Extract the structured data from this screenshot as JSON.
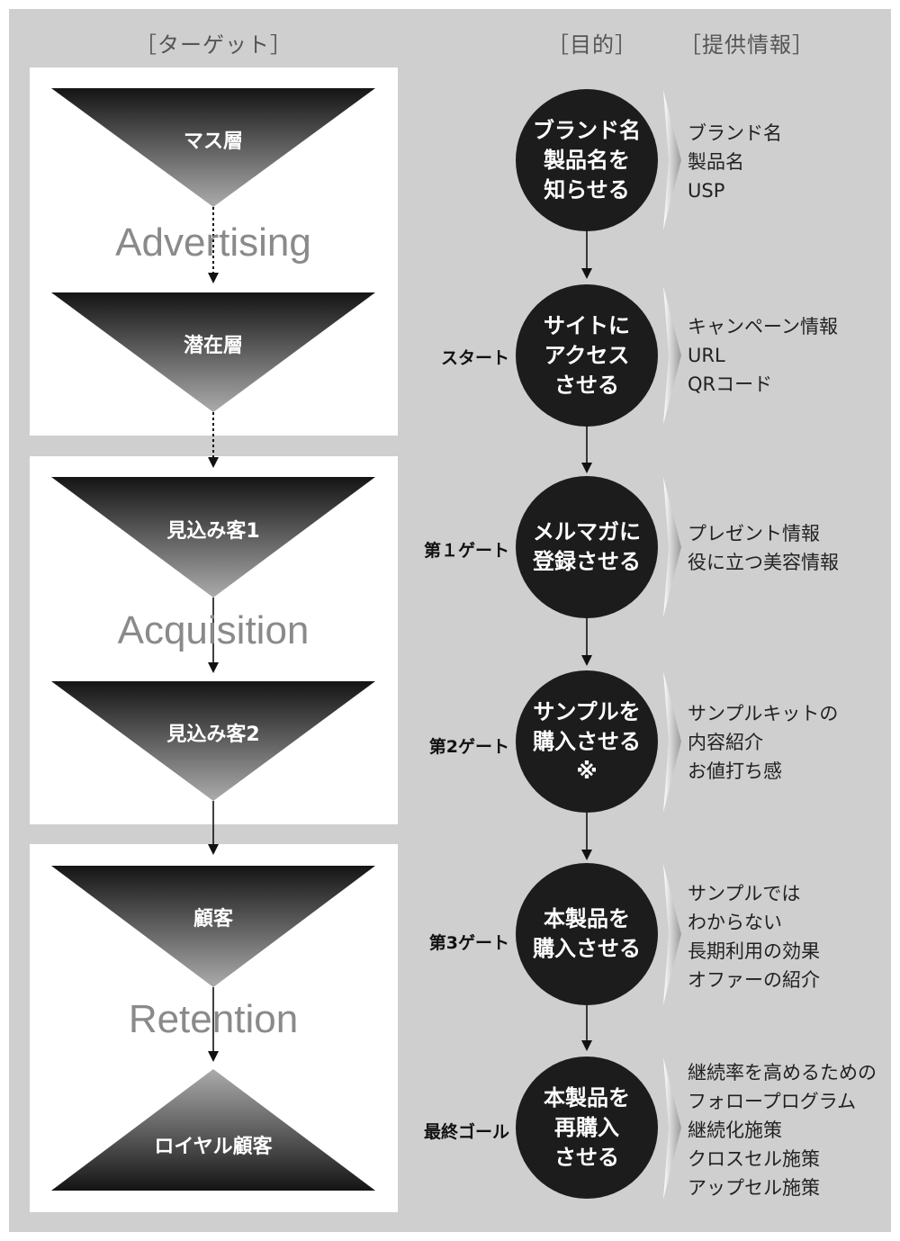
{
  "headers": {
    "target": "［ターゲット］",
    "purpose": "［目的］",
    "info": "［提供情報］"
  },
  "stages": [
    {
      "label": "マス層"
    },
    {
      "label": "潜在層"
    },
    {
      "label": "見込み客1"
    },
    {
      "label": "見込み客2"
    },
    {
      "label": "顧客"
    },
    {
      "label": "ロイヤル顧客"
    }
  ],
  "phases": {
    "advertising": "Advertising",
    "acquisition": "Acquisition",
    "retention": "Retention"
  },
  "steps": [
    {
      "purpose": "ブランド名\n製品名を\n知らせる",
      "gate": "",
      "info": "ブランド名\n製品名\nUSP"
    },
    {
      "purpose": "サイトに\nアクセス\nさせる",
      "gate": "スタート",
      "info": "キャンペーン情報\nURL\nQRコード"
    },
    {
      "purpose": "メルマガに\n登録させる",
      "gate": "第１ゲート",
      "info": "プレゼント情報\n役に立つ美容情報"
    },
    {
      "purpose": "サンプルを\n購入させる\n※",
      "gate": "第2ゲート",
      "info": "サンプルキットの\n内容紹介\nお値打ち感"
    },
    {
      "purpose": "本製品を\n購入させる",
      "gate": "第3ゲート",
      "info": "サンプルでは\nわからない\n長期利用の効果\nオファーの紹介"
    },
    {
      "purpose": "本製品を\n再購入\nさせる",
      "gate": "最終ゴール",
      "info": "継続率を高めるための\nフォロープログラム\n継続化施策\nクロスセル施策\nアップセル施策"
    }
  ],
  "colors": {
    "background": "#cfcfcf",
    "panel": "#ffffff",
    "circle": "#1c1c1c",
    "triangle_dark": "#1a1a1a",
    "triangle_light": "#aaaaaa",
    "phase_text": "#8a8a8a"
  }
}
